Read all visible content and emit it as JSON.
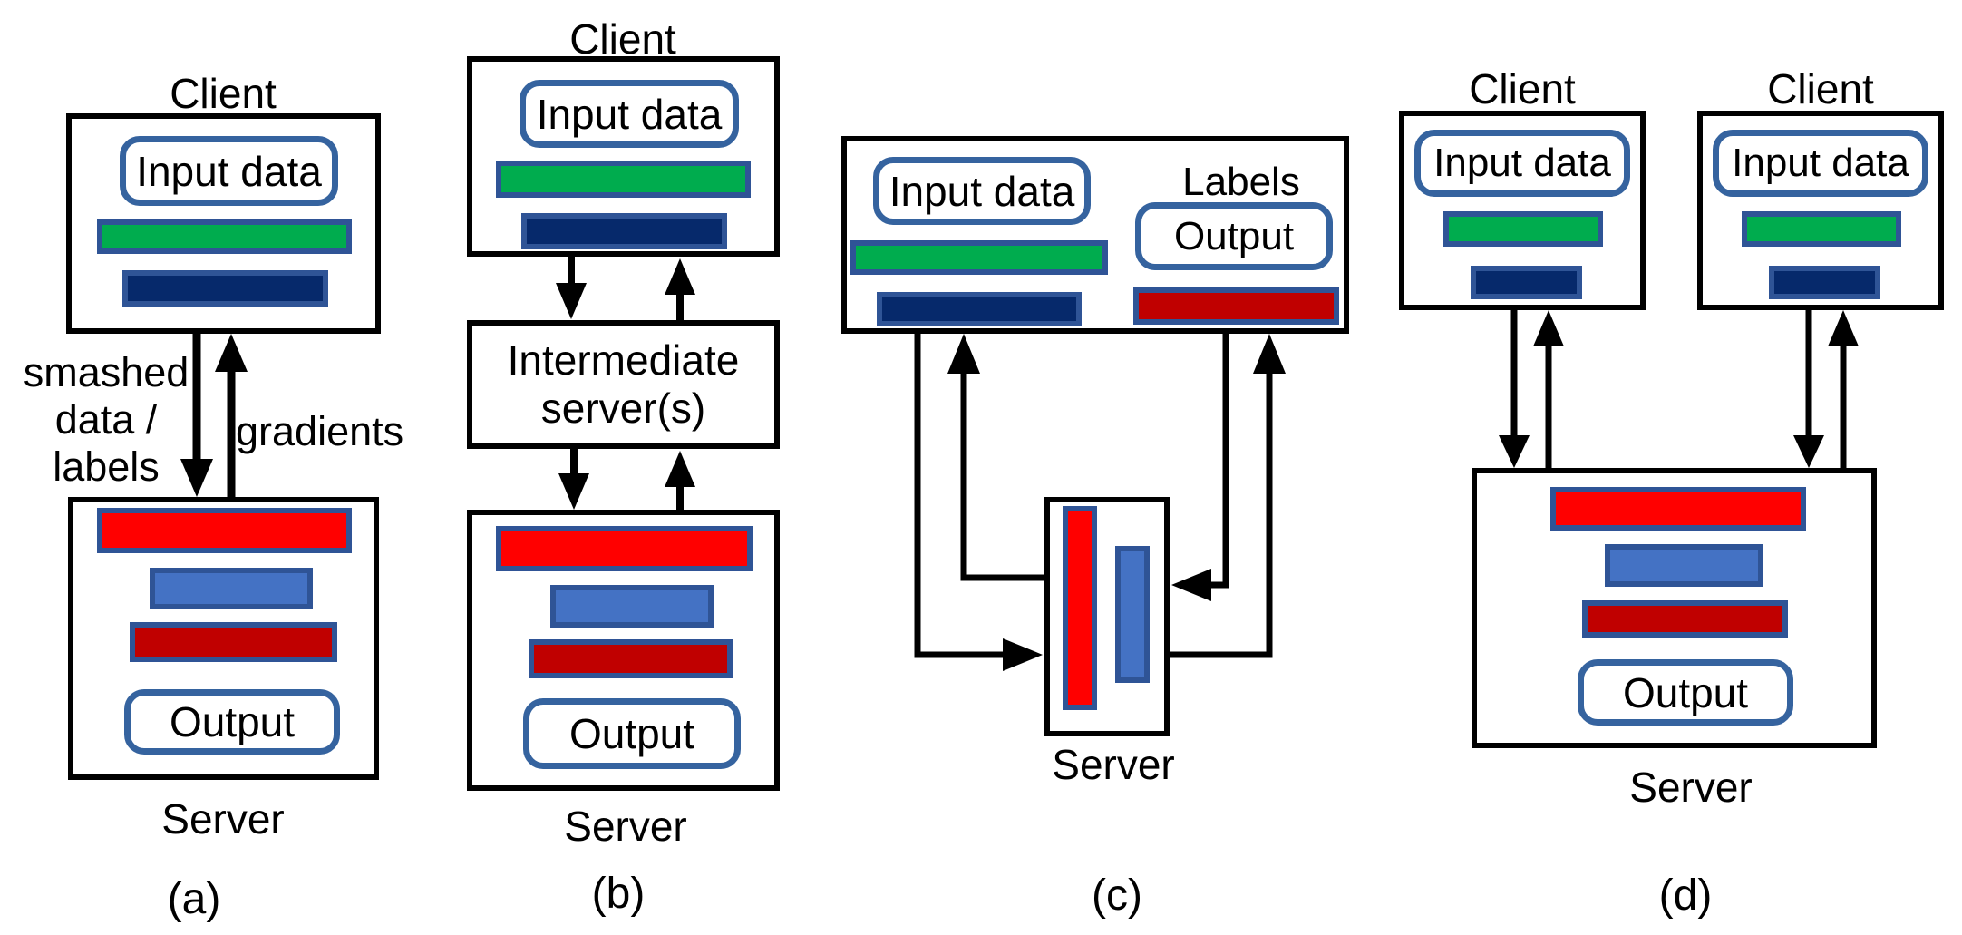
{
  "figure": {
    "captions": {
      "a": "(a)",
      "b": "(b)",
      "c": "(c)",
      "d": "(d)"
    }
  },
  "colors": {
    "outline_black": "#000000",
    "bar_border_blue": "#2F5496",
    "rounded_border_blue": "#35639F",
    "layer_green": "#00AC4E",
    "layer_navy": "#06296B",
    "layer_red": "#FF0000",
    "layer_cornflower": "#4472C4",
    "layer_dark_red": "#C00000",
    "text": "#000000",
    "background": "#FFFFFF"
  },
  "panels": {
    "a": {
      "caption": "(a)",
      "client_title": "Client",
      "input_label": "Input data",
      "down_label_1": "smashed",
      "down_label_2": "data /",
      "down_label_3": "labels",
      "up_label": "gradients",
      "output_label": "Output",
      "server_label": "Server"
    },
    "b": {
      "caption": "(b)",
      "client_title": "Client",
      "input_label": "Input data",
      "intermediate_line1": "Intermediate",
      "intermediate_line2": "server(s)",
      "output_label": "Output",
      "server_label": "Server"
    },
    "c": {
      "caption": "(c)",
      "input_label": "Input data",
      "labels_label": "Labels",
      "output_label": "Output",
      "server_label": "Server"
    },
    "d": {
      "caption": "(d)",
      "client1_title": "Client",
      "client2_title": "Client",
      "client1_input_label": "Input data",
      "client2_input_label": "Input data",
      "output_label": "Output",
      "server_label": "Server"
    }
  }
}
